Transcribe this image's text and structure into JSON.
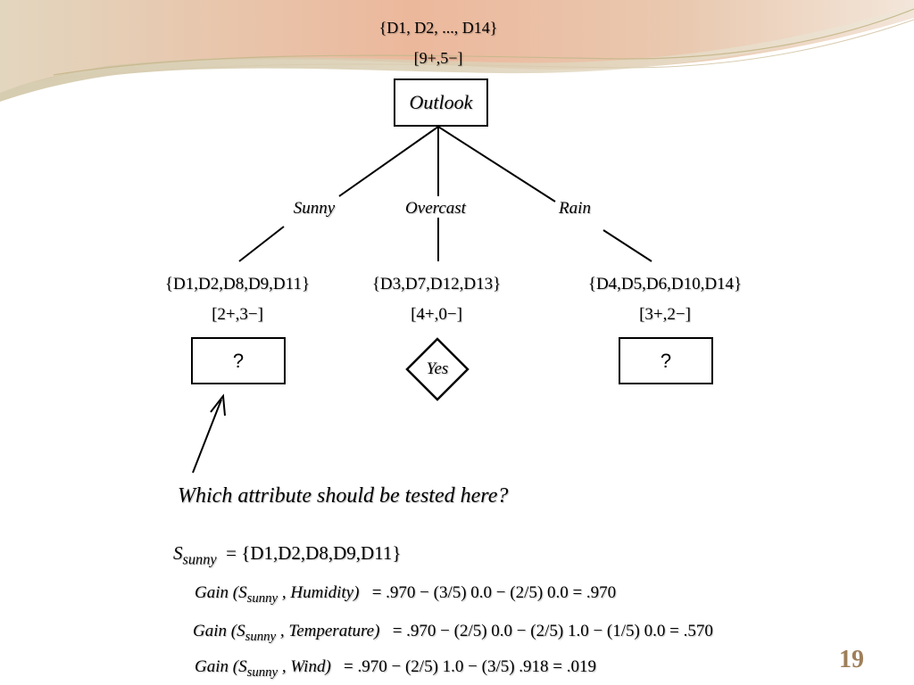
{
  "root": {
    "set": "{D1, D2, ..., D14}",
    "counts": "[9+,5−]",
    "attribute": "Outlook"
  },
  "branches": [
    {
      "label": "Sunny",
      "set": "{D1,D2,D8,D9,D11}",
      "counts": "[2+,3−]",
      "leaf": "?"
    },
    {
      "label": "Overcast",
      "set": "{D3,D7,D12,D13}",
      "counts": "[4+,0−]",
      "leaf": "Yes"
    },
    {
      "label": "Rain",
      "set": "{D4,D5,D6,D10,D14}",
      "counts": "[3+,2−]",
      "leaf": "?"
    }
  ],
  "question": "Which attribute should be tested here?",
  "s_sunny": {
    "symbol": "S",
    "subscript": "sunny",
    "equals": "= {D1,D2,D8,D9,D11}"
  },
  "gains": [
    {
      "prefix": "Gain (S",
      "sub": "sunny",
      "suffix": " , Humidity)",
      "formula": "=  .970  −  (3/5) 0.0  −  (2/5) 0.0  =  .970"
    },
    {
      "prefix": "Gain (S",
      "sub": "sunny",
      "suffix": " , Temperature)",
      "formula": "=  .970  −  (2/5) 0.0  −  (2/5) 1.0  −  (1/5) 0.0  =  .570"
    },
    {
      "prefix": "Gain (S",
      "sub": "sunny",
      "suffix": " , Wind)",
      "formula": "=  .970  −  (2/5) 1.0  −  (3/5) .918  =  .019"
    }
  ],
  "page_number": "19",
  "colors": {
    "banner_peach": "#e9b49a",
    "banner_sand": "#d8c6a6",
    "page_number": "#9e7f5a"
  }
}
